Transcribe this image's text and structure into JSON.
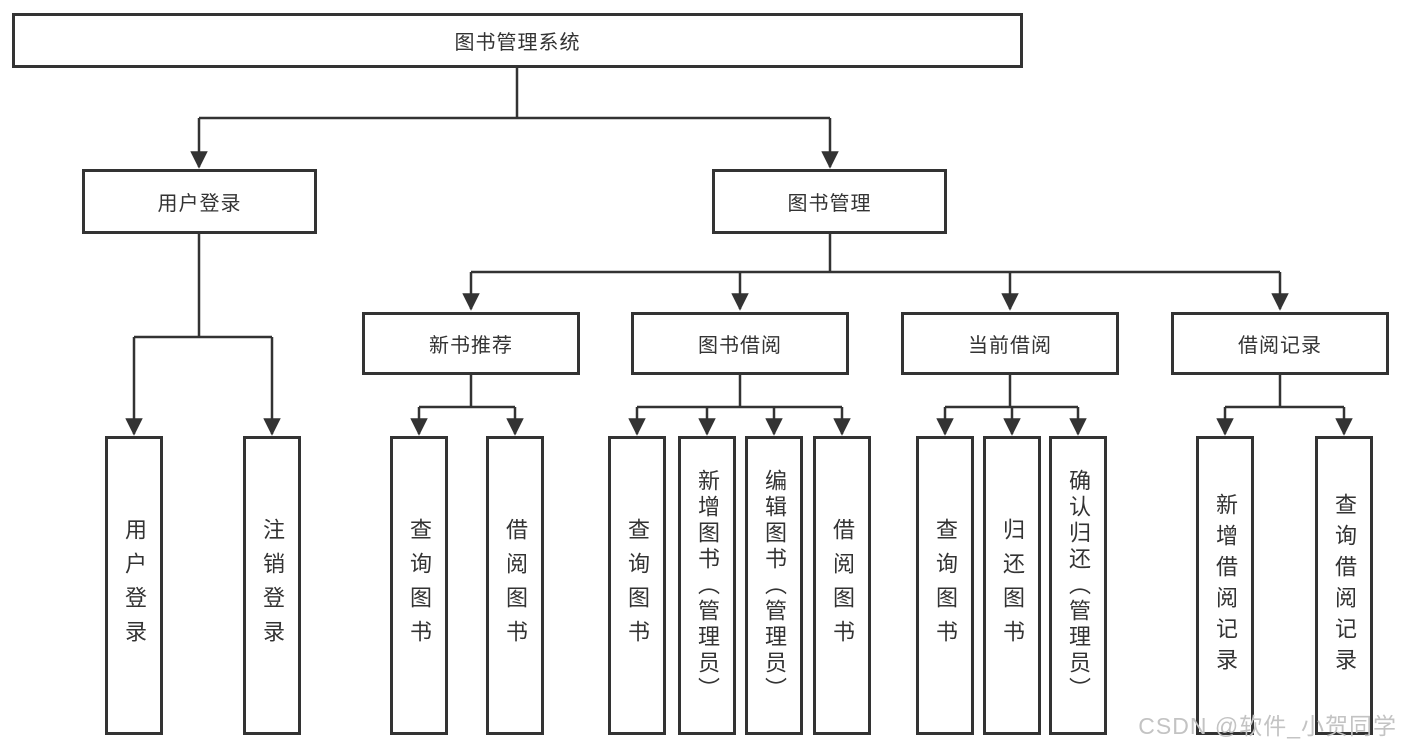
{
  "diagram": {
    "title": "图书管理系统",
    "level2": [
      {
        "label": "用户登录"
      },
      {
        "label": "图书管理"
      }
    ],
    "level3": [
      {
        "label": "新书推荐"
      },
      {
        "label": "图书借阅"
      },
      {
        "label": "当前借阅"
      },
      {
        "label": "借阅记录"
      }
    ],
    "leaves": {
      "login": [
        "用户登录",
        "注销登录"
      ],
      "recommend": [
        "查询图书",
        "借阅图书"
      ],
      "borrow": [
        "查询图书",
        "新增图书（管理员）",
        "编辑图书（管理员）",
        "借阅图书"
      ],
      "current": [
        "查询图书",
        "归还图书",
        "确认归还（管理员）"
      ],
      "records": [
        "新增借阅记录",
        "查询借阅记录"
      ]
    }
  },
  "watermark": {
    "text": "CSDN @软件_小贺同学",
    "color": "#c3c3c3"
  },
  "colors": {
    "line": "#333333",
    "box_border": "#333333",
    "text": "#333333",
    "background": "#ffffff"
  }
}
